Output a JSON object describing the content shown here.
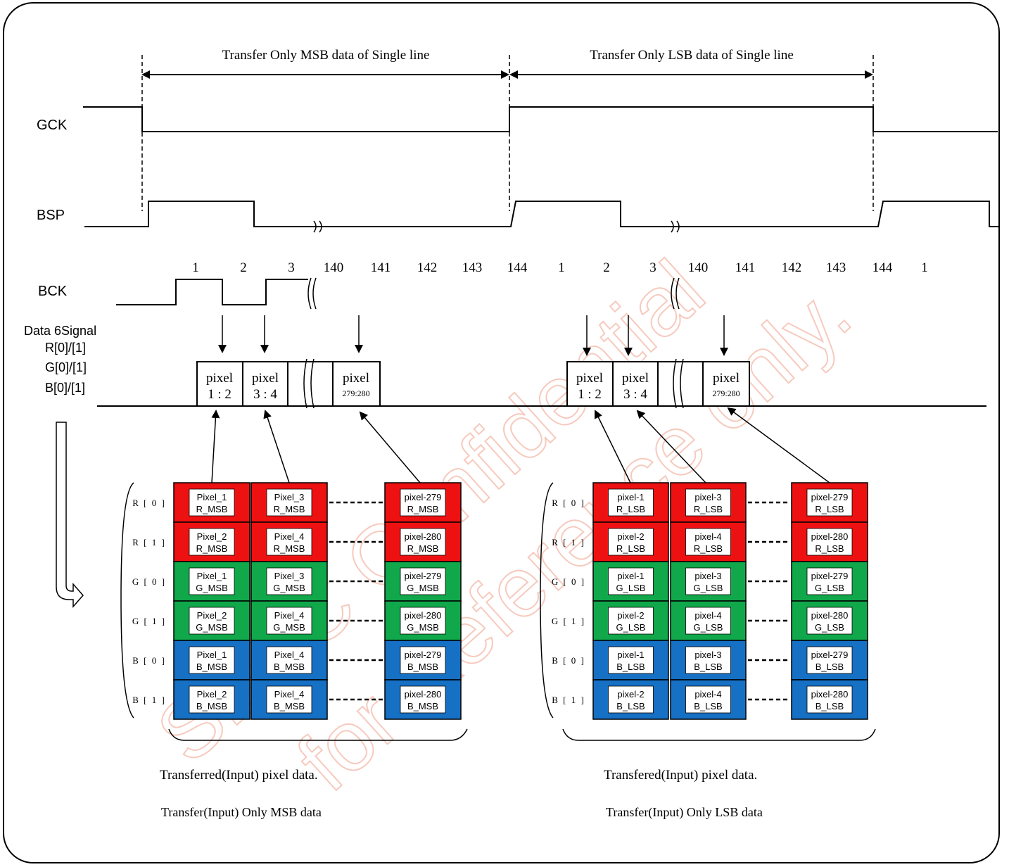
{
  "headers": {
    "msb_span": "Transfer Only MSB data of Single line",
    "lsb_span": "Transfer Only LSB data of  Single line"
  },
  "signals": {
    "gck": "GCK",
    "bsp": "BSP",
    "bck": "BCK",
    "data_title": "Data 6Signal",
    "data_r": "R[0]/[1]",
    "data_g": "G[0]/[1]",
    "data_b": "B[0]/[1]"
  },
  "bck_numbers_msb": [
    "1",
    "2",
    "3",
    "140",
    "141",
    "142",
    "143",
    "144"
  ],
  "bck_numbers_lsb": [
    "1",
    "2",
    "3",
    "140",
    "141",
    "142",
    "143",
    "144",
    "1"
  ],
  "pixel_boxes": {
    "label": "pixel",
    "p12": "1 : 2",
    "p34": "3 : 4",
    "p279": "279:280"
  },
  "row_labels": [
    "R [ 0 ]",
    "R [ 1 ]",
    "G [ 0 ]",
    "G [ 1 ]",
    "B [ 0 ]",
    "B [ 1 ]"
  ],
  "colors": {
    "red": "#ee1111",
    "green": "#10a84a",
    "blue": "#1670c4"
  },
  "msb_grid": [
    [
      "Pixel_1",
      "R_MSB",
      "Pixel_3",
      "R_MSB",
      "pixel-279",
      "R_MSB"
    ],
    [
      "Pixel_2",
      "R_MSB",
      "Pixel_4",
      "R_MSB",
      "pixel-280",
      "R_MSB"
    ],
    [
      "Pixel_1",
      "G_MSB",
      "Pixel_3",
      "G_MSB",
      "pixel-279",
      "G_MSB"
    ],
    [
      "Pixel_2",
      "G_MSB",
      "Pixel_4",
      "G_MSB",
      "pixel-280",
      "G_MSB"
    ],
    [
      "Pixel_1",
      "B_MSB",
      "Pixel_4",
      "B_MSB",
      "pixel-279",
      "B_MSB"
    ],
    [
      "Pixel_2",
      "B_MSB",
      "Pixel_4",
      "B_MSB",
      "pixel-280",
      "B_MSB"
    ]
  ],
  "lsb_grid": [
    [
      "pixel-1",
      "R_LSB",
      "pixel-3",
      "R_LSB",
      "pixel-279",
      "R_LSB"
    ],
    [
      "pixel-2",
      "R_LSB",
      "pixel-4",
      "R_LSB",
      "pixel-280",
      "R_LSB"
    ],
    [
      "pixel-1",
      "G_LSB",
      "pixel-3",
      "G_LSB",
      "pixel-279",
      "G_LSB"
    ],
    [
      "pixel-2",
      "G_LSB",
      "pixel-4",
      "G_LSB",
      "pixel-280",
      "G_LSB"
    ],
    [
      "pixel-1",
      "B_LSB",
      "pixel-3",
      "B_LSB",
      "pixel-279",
      "B_LSB"
    ],
    [
      "pixel-2",
      "B_LSB",
      "pixel-4",
      "B_LSB",
      "pixel-280",
      "B_LSB"
    ]
  ],
  "captions": {
    "msb_line1": "Transferred(Input) pixel data.",
    "msb_line2": "Transfer(Input)  Only MSB data",
    "lsb_line1": "Transfered(Input)  pixel data.",
    "lsb_line2": "Transfer(Input)  Only LSB data"
  },
  "watermark": {
    "line1": "SDTC Confidential",
    "line2": "for Reference only."
  }
}
